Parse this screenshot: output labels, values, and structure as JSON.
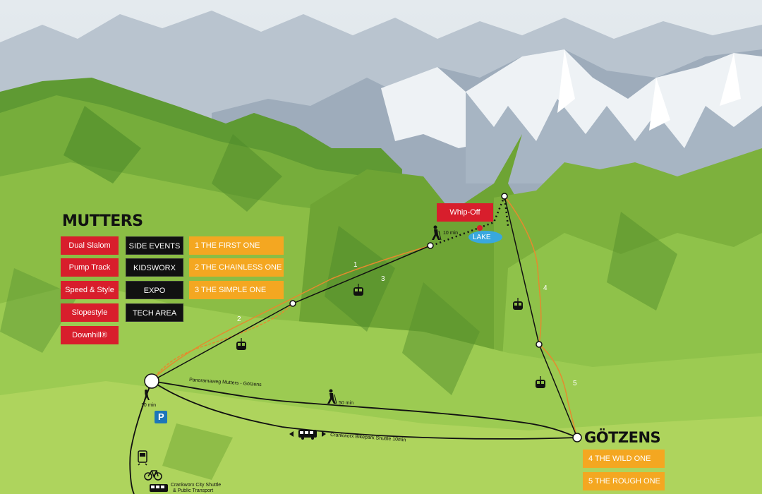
{
  "colors": {
    "red": "#d81e2c",
    "black": "#111111",
    "orange": "#f4a721",
    "lake": "#39a8de",
    "route": "#111111",
    "trail": "#e58a2e"
  },
  "mutters": {
    "title": "MUTTERS",
    "red_items": [
      "Dual Slalom",
      "Pump Track",
      "Speed & Style",
      "Slopestyle",
      "Downhill®"
    ],
    "black_items": [
      "SIDE EVENTS",
      "KIDSWORX",
      "EXPO",
      "TECH AREA"
    ],
    "trails": [
      "1  THE FIRST ONE",
      "2  THE CHAINLESS ONE",
      "3  THE SIMPLE ONE"
    ]
  },
  "gotzens": {
    "title": "GÖTZENS",
    "trails": [
      "4  THE WILD ONE",
      "5  THE ROUGH ONE"
    ]
  },
  "whipoff": "Whip-Off",
  "lake": "LAKE",
  "walk_top": "10 min",
  "walk_mutters": "10 min",
  "walk_mid": "50 min",
  "panoramaweg": "Panoramaweg Mutters - Götzens",
  "shuttle": "Crankworx Bikepark Shuttle 10min",
  "city_shuttle_1": "Crankworx City Shuttle",
  "city_shuttle_2": "& Public Transport",
  "parking": "P",
  "trail_numbers": [
    "1",
    "2",
    "3",
    "4",
    "5"
  ],
  "icons": [
    "gondola-icon",
    "hiker-icon",
    "parking-icon",
    "bus-icon",
    "tram-icon",
    "bike-icon"
  ]
}
